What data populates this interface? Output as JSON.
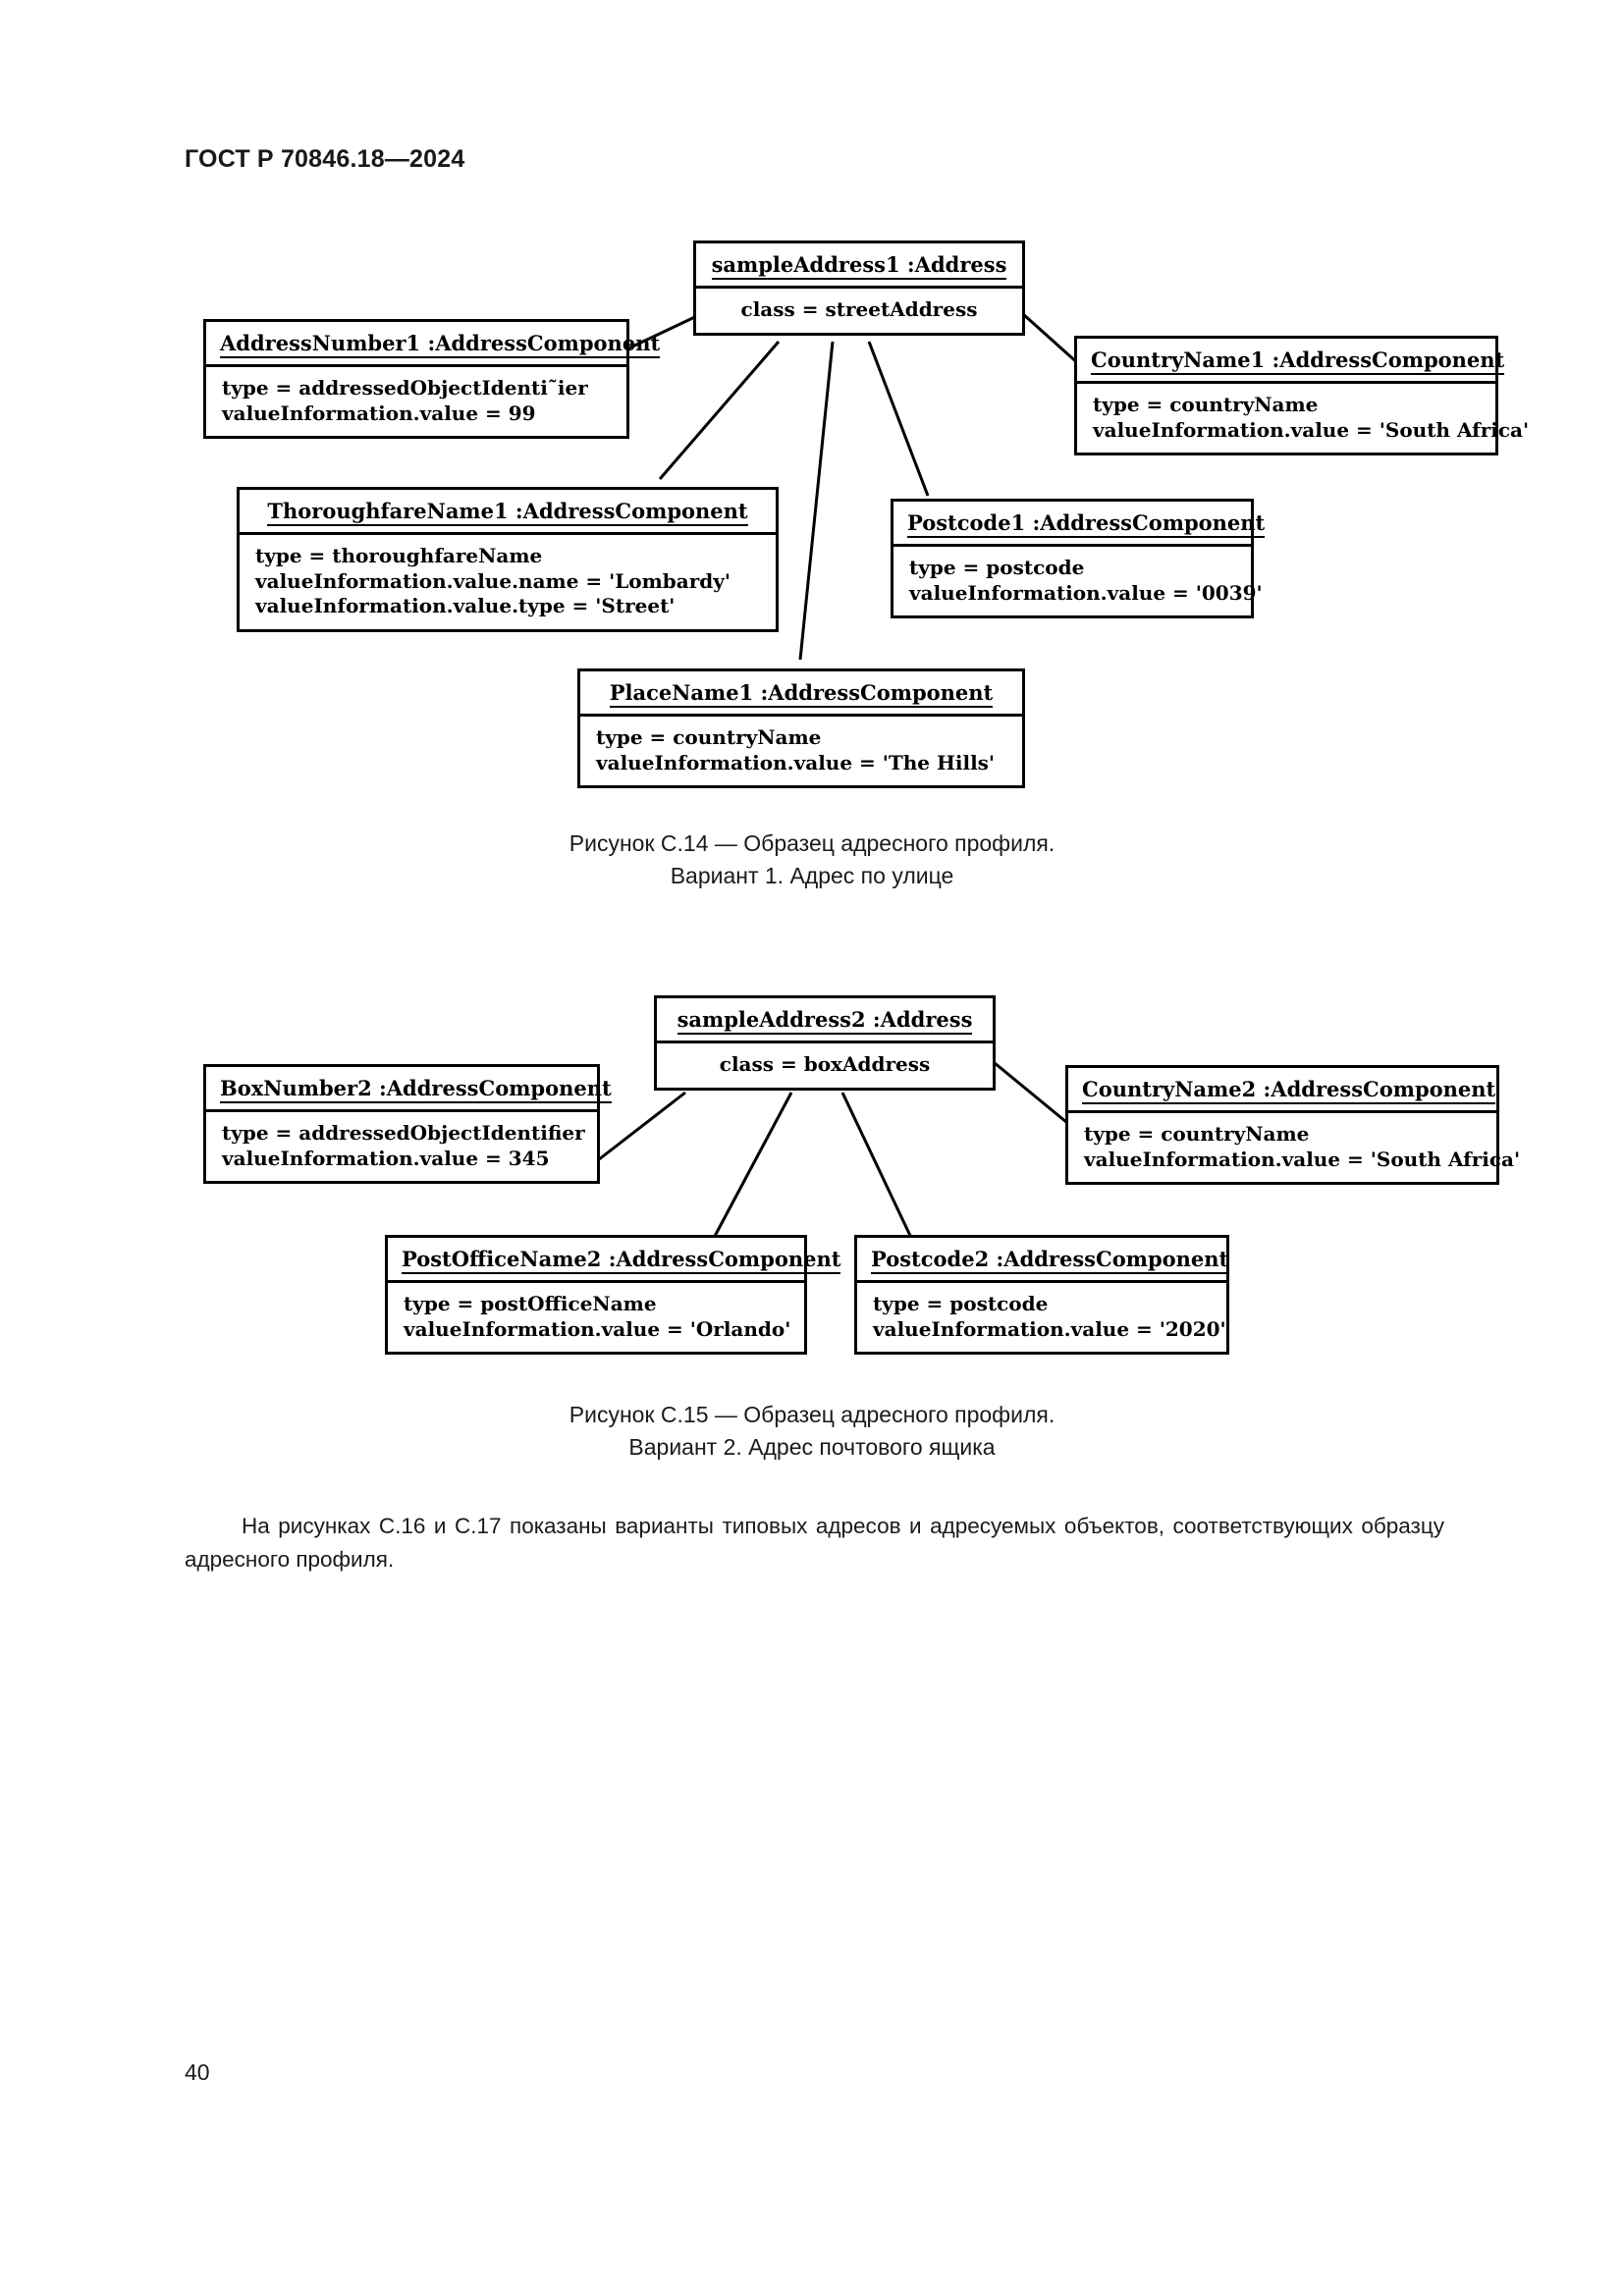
{
  "header": {
    "standard_number": "ГОСТ Р 70846.18—2024"
  },
  "figures": [
    {
      "id": "figure-c14",
      "caption_line1": "Рисунок С.14 — Образец адресного профиля.",
      "caption_line2": "Вариант 1. Адрес по улице",
      "root": {
        "name": "root-object",
        "title": "sampleAddress1 :Address",
        "attrs": [
          "class = streetAddress"
        ]
      },
      "components": [
        {
          "name": "address-number-1",
          "title": "AddressNumber1 :AddressComponent",
          "attrs": [
            "type = addressedObjectIdenti˜ier",
            "valueInformation.value = 99"
          ]
        },
        {
          "name": "country-name-1",
          "title": "CountryName1 :AddressComponent",
          "attrs": [
            "type = countryName",
            "valueInformation.value = 'South Africa'"
          ]
        },
        {
          "name": "thoroughfare-name-1",
          "title": "ThoroughfareName1 :AddressComponent",
          "attrs": [
            "type = thoroughfareName",
            "valueInformation.value.name = 'Lombardy'",
            "valueInformation.value.type = 'Street'"
          ]
        },
        {
          "name": "postcode-1",
          "title": "Postcode1 :AddressComponent",
          "attrs": [
            "type = postcode",
            "valueInformation.value = '0039'"
          ]
        },
        {
          "name": "place-name-1",
          "title": "PlaceName1 :AddressComponent",
          "attrs": [
            "type = countryName",
            "valueInformation.value = 'The Hills'"
          ]
        }
      ]
    },
    {
      "id": "figure-c15",
      "caption_line1": "Рисунок С.15 — Образец адресного профиля.",
      "caption_line2": "Вариант 2. Адрес почтового ящика",
      "root": {
        "name": "root-object",
        "title": "sampleAddress2 :Address",
        "attrs": [
          "class = boxAddress"
        ]
      },
      "components": [
        {
          "name": "box-number-2",
          "title": "BoxNumber2 :AddressComponent",
          "attrs": [
            "type = addressedObjectIdentifier",
            "valueInformation.value = 345"
          ]
        },
        {
          "name": "country-name-2",
          "title": "CountryName2 :AddressComponent",
          "attrs": [
            "type = countryName",
            "valueInformation.value = 'South Africa'"
          ]
        },
        {
          "name": "post-office-name-2",
          "title": "PostOfficeName2 :AddressComponent",
          "attrs": [
            "type = postOfficeName",
            "valueInformation.value = 'Orlando'"
          ]
        },
        {
          "name": "postcode-2",
          "title": "Postcode2 :AddressComponent",
          "attrs": [
            "type = postcode",
            "valueInformation.value = '2020'"
          ]
        }
      ]
    }
  ],
  "body_text": "На рисунках С.16 и С.17 показаны варианты типовых адресов и адресуемых объектов, соответствующих образцу адресного профиля.",
  "page_number": "40",
  "colors": {
    "ink": "#1a1a1a",
    "diagram_stroke": "#000000",
    "background": "#ffffff"
  }
}
